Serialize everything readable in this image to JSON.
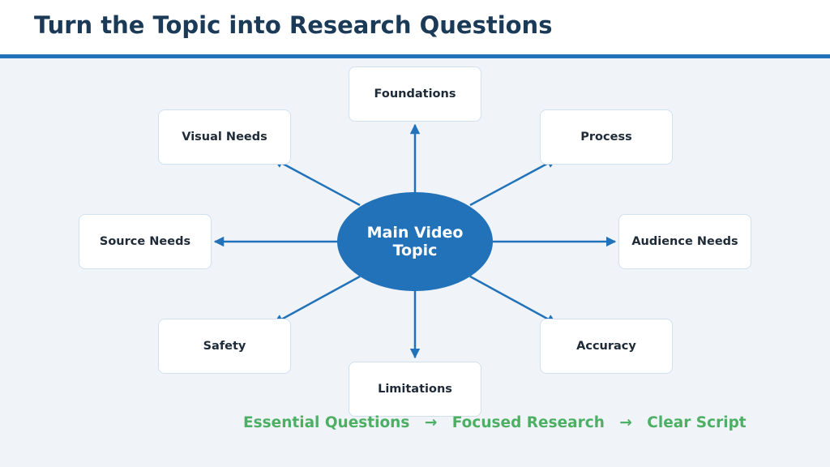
{
  "slide": {
    "title": "Turn the Topic into Research Questions"
  },
  "diagram": {
    "center": "Main Video Topic",
    "nodes": [
      {
        "key": "foundations",
        "label": "Foundations"
      },
      {
        "key": "process",
        "label": "Process"
      },
      {
        "key": "audience-needs",
        "label": "Audience Needs"
      },
      {
        "key": "accuracy",
        "label": "Accuracy"
      },
      {
        "key": "limitations",
        "label": "Limitations"
      },
      {
        "key": "safety",
        "label": "Safety"
      },
      {
        "key": "source-needs",
        "label": "Source Needs"
      },
      {
        "key": "visual-needs",
        "label": "Visual Needs"
      }
    ]
  },
  "footer": {
    "steps": [
      "Essential Questions",
      "Focused Research",
      "Clear Script"
    ],
    "arrow": "→"
  },
  "colors": {
    "accent": "#2272b9",
    "title": "#1a3a57",
    "footer": "#4caf64",
    "background": "#f0f4f9"
  }
}
